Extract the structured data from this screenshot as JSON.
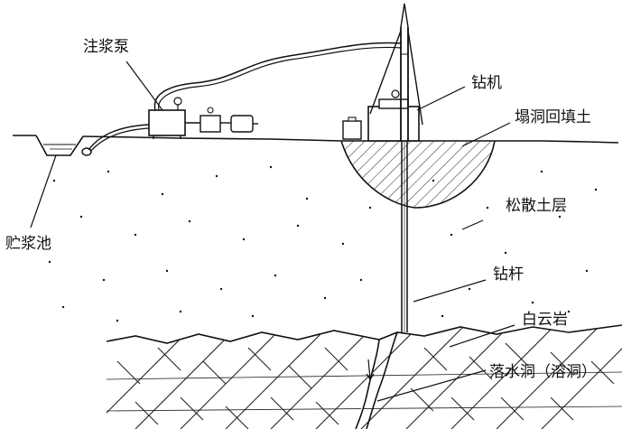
{
  "labels": {
    "grout_pump": "注浆泵",
    "drill_rig": "钻机",
    "backfill": "塌洞回填土",
    "loose_soil": "松散土层",
    "storage_pool": "贮浆池",
    "drill_rod": "钻杆",
    "dolomite": "白云岩",
    "sinkhole": "落水洞（溶洞）"
  }
}
